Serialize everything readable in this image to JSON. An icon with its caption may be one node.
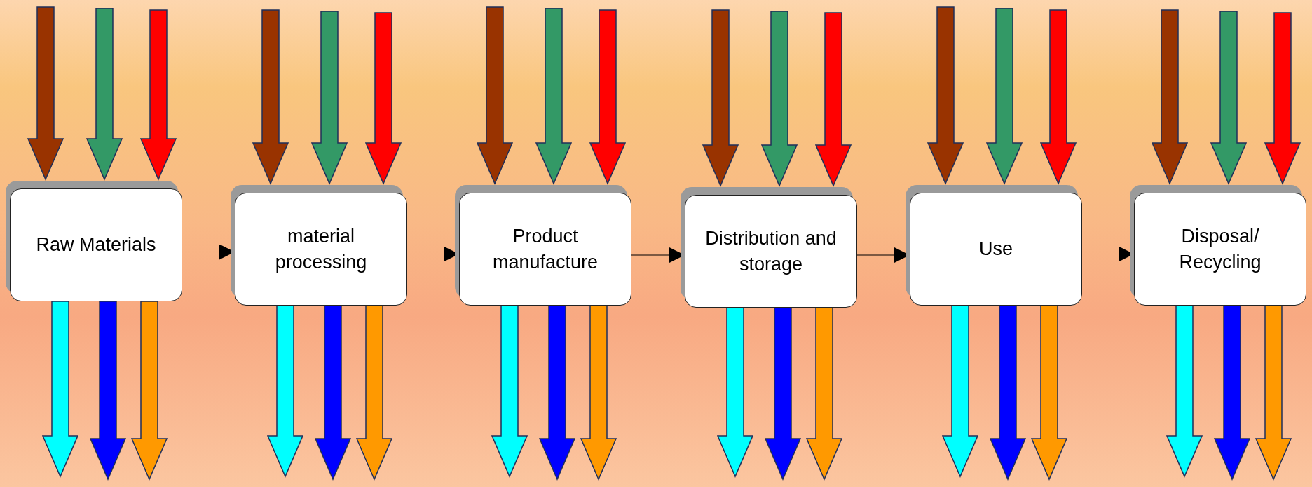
{
  "diagram": {
    "nodes": [
      {
        "text": [
          "Raw Materials"
        ]
      },
      {
        "text": [
          "material processing"
        ]
      },
      {
        "text": [
          "Product manufacture"
        ]
      },
      {
        "text": [
          "Distribution and storage"
        ]
      },
      {
        "text": [
          "Use"
        ]
      },
      {
        "text": [
          "Disposal/ Recycling"
        ]
      }
    ],
    "edges": [
      {
        "from": null,
        "to": 0,
        "arrow": "to",
        "style": "thick",
        "color": "#993300"
      },
      {
        "from": null,
        "to": 0,
        "arrow": "to",
        "style": "thick",
        "color": "#339966"
      },
      {
        "from": null,
        "to": 0,
        "arrow": "to",
        "style": "thick",
        "color": "#ff0000"
      },
      {
        "from": 0,
        "to": null,
        "arrow": "to",
        "style": "thick",
        "color": "#00ffff"
      },
      {
        "from": 0,
        "to": null,
        "arrow": "to",
        "style": "thick",
        "color": "#0000ff"
      },
      {
        "from": 0,
        "to": null,
        "arrow": "to",
        "style": "thick",
        "color": "#ff9900"
      },
      {
        "from": 0,
        "to": 1,
        "arrow": "to"
      },
      {
        "from": null,
        "to": 1,
        "arrow": "to",
        "style": "thick",
        "color": "#993300"
      },
      {
        "from": null,
        "to": 1,
        "arrow": "to",
        "style": "thick",
        "color": "#339966"
      },
      {
        "from": null,
        "to": 1,
        "arrow": "to",
        "style": "thick",
        "color": "#ff0000"
      },
      {
        "from": 1,
        "to": null,
        "arrow": "to",
        "style": "thick",
        "color": "#00ffff"
      },
      {
        "from": 1,
        "to": null,
        "arrow": "to",
        "style": "thick",
        "color": "#0000ff"
      },
      {
        "from": 1,
        "to": null,
        "arrow": "to",
        "style": "thick",
        "color": "#ff9900"
      },
      {
        "from": 1,
        "to": 2,
        "arrow": "to"
      },
      {
        "from": null,
        "to": 2,
        "arrow": "to",
        "style": "thick",
        "color": "#993300"
      },
      {
        "from": null,
        "to": 2,
        "arrow": "to",
        "style": "thick",
        "color": "#339966"
      },
      {
        "from": null,
        "to": 2,
        "arrow": "to",
        "style": "thick",
        "color": "#ff0000"
      },
      {
        "from": 2,
        "to": null,
        "arrow": "to",
        "style": "thick",
        "color": "#00ffff"
      },
      {
        "from": 2,
        "to": null,
        "arrow": "to",
        "style": "thick",
        "color": "#0000ff"
      },
      {
        "from": 2,
        "to": null,
        "arrow": "to",
        "style": "thick",
        "color": "#ff9900"
      },
      {
        "from": 2,
        "to": 3,
        "arrow": "to"
      },
      {
        "from": null,
        "to": 3,
        "arrow": "to",
        "style": "thick",
        "color": "#993300"
      },
      {
        "from": null,
        "to": 3,
        "arrow": "to",
        "style": "thick",
        "color": "#339966"
      },
      {
        "from": null,
        "to": 3,
        "arrow": "to",
        "style": "thick",
        "color": "#ff0000"
      },
      {
        "from": 3,
        "to": null,
        "arrow": "to",
        "style": "thick",
        "color": "#00ffff"
      },
      {
        "from": 3,
        "to": null,
        "arrow": "to",
        "style": "thick",
        "color": "#0000ff"
      },
      {
        "from": 3,
        "to": null,
        "arrow": "to",
        "style": "thick",
        "color": "#ff9900"
      },
      {
        "from": 3,
        "to": 4,
        "arrow": "to"
      },
      {
        "from": null,
        "to": 4,
        "arrow": "to",
        "style": "thick",
        "color": "#993300"
      },
      {
        "from": null,
        "to": 4,
        "arrow": "to",
        "style": "thick",
        "color": "#339966"
      },
      {
        "from": null,
        "to": 4,
        "arrow": "to",
        "style": "thick",
        "color": "#ff0000"
      },
      {
        "from": 4,
        "to": null,
        "arrow": "to",
        "style": "thick",
        "color": "#00ffff"
      },
      {
        "from": 4,
        "to": null,
        "arrow": "to",
        "style": "thick",
        "color": "#0000ff"
      },
      {
        "from": 4,
        "to": null,
        "arrow": "to",
        "style": "thick",
        "color": "#ff9900"
      },
      {
        "from": 4,
        "to": 5,
        "arrow": "to"
      },
      {
        "from": null,
        "to": 5,
        "arrow": "to",
        "style": "thick",
        "color": "#993300"
      },
      {
        "from": null,
        "to": 5,
        "arrow": "to",
        "style": "thick",
        "color": "#339966"
      },
      {
        "from": null,
        "to": 5,
        "arrow": "to",
        "style": "thick",
        "color": "#ff0000"
      },
      {
        "from": 5,
        "to": null,
        "arrow": "to",
        "style": "thick",
        "color": "#00ffff"
      },
      {
        "from": 5,
        "to": null,
        "arrow": "to",
        "style": "thick",
        "color": "#0000ff"
      },
      {
        "from": 5,
        "to": null,
        "arrow": "to",
        "style": "thick",
        "color": "#ff9900"
      }
    ]
  }
}
